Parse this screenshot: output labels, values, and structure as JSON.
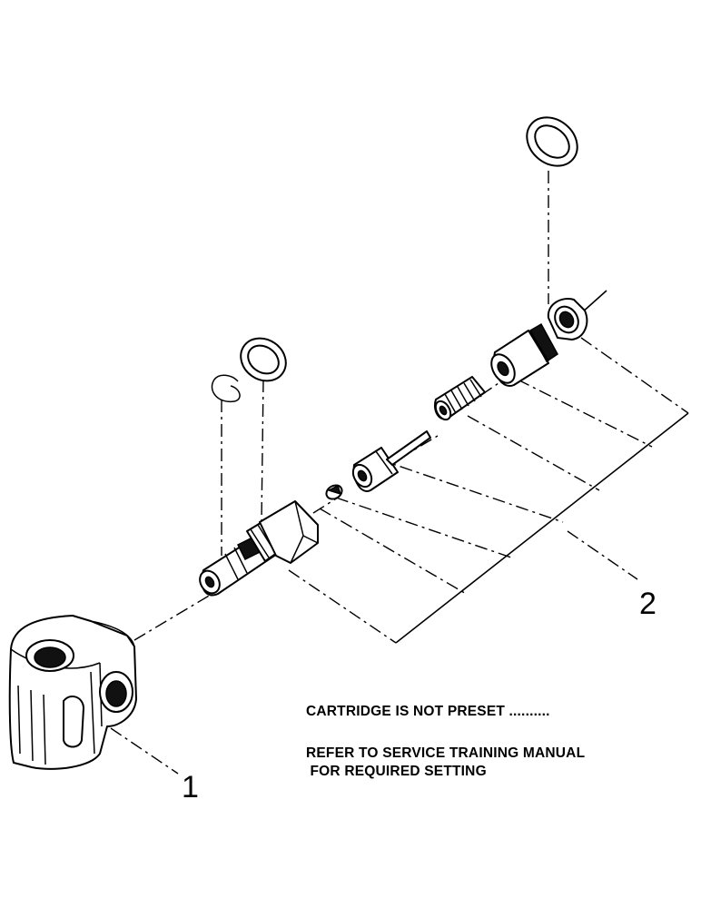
{
  "callouts": {
    "valve_body": "1",
    "cartridge_assembly": "2"
  },
  "notes": {
    "line1": "CARTRIDGE IS NOT PRESET ..........",
    "line2": "REFER TO SERVICE TRAINING MANUAL",
    "line3": " FOR REQUIRED SETTING"
  }
}
